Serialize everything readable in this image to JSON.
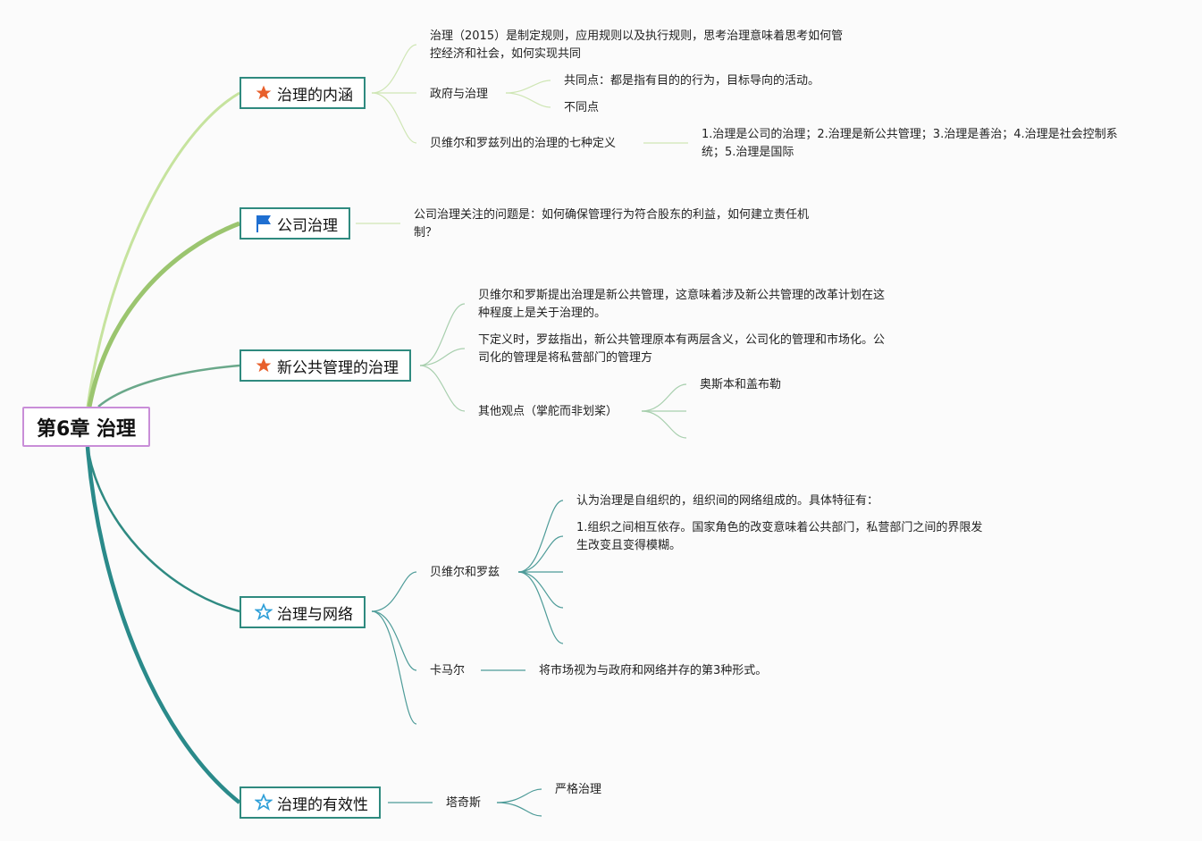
{
  "root": {
    "title": "第6章 治理"
  },
  "topics": {
    "neihan": {
      "label": "治理的内涵",
      "icon": "star-filled-icon",
      "definition": [
        "治理（2015）是制定规则，应用规则以及执行规则，思考治理意味着思考如何管",
        "控经济和社会，如何实现共同"
      ],
      "gov_label": "政府与治理",
      "common": "共同点：都是指有目的的行为，目标导向的活动。",
      "diff": "不同点",
      "seven_label": "贝维尔和罗兹列出的治理的七种定义",
      "seven_text": [
        "1.治理是公司的治理；2.治理是新公共管理；3.治理是善治；4.治理是社会控制系",
        "统；5.治理是国际"
      ]
    },
    "gongsi": {
      "label": "公司治理",
      "icon": "flag-icon",
      "text": [
        "公司治理关注的问题是：如何确保管理行为符合股东的利益，如何建立责任机",
        "制？"
      ]
    },
    "xingonggong": {
      "label": "新公共管理的治理",
      "icon": "star-filled-icon",
      "p1": [
        "贝维尔和罗斯提出治理是新公共管理，这意味着涉及新公共管理的改革计划在这",
        "种程度上是关于治理的。"
      ],
      "p2": [
        "下定义时，罗兹指出，新公共管理原本有两层含义，公司化的管理和市场化。公",
        "司化的管理是将私营部门的管理方"
      ],
      "other_label": "其他观点（掌舵而非划桨）",
      "osborne": "奥斯本和盖布勒"
    },
    "wangluo": {
      "label": "治理与网络",
      "icon": "star-outline-icon",
      "bevir_label": "贝维尔和罗兹",
      "self_org": "认为治理是自组织的，组织间的网络组成的。具体特征有：",
      "feature1": [
        "1.组织之间相互依存。国家角色的改变意味着公共部门，私营部门之间的界限发",
        "生改变且变得模糊。"
      ],
      "kamar_label": "卡马尔",
      "kamar_text": "将市场视为与政府和网络并存的第3种形式。"
    },
    "youxiao": {
      "label": "治理的有效性",
      "icon": "star-outline-icon",
      "tage_label": "塔奇斯",
      "strict": "严格治理"
    }
  },
  "colors": {
    "root_border": "#c98ed8",
    "topic_border": "#2f8a7f",
    "branch_light": "#b9dc8e",
    "branch_mid": "#9bc56f",
    "branch_teal": "#6aa88a",
    "branch_dark": "#2a8a8a",
    "star_filled": "#e8602c",
    "flag": "#1f6fd1",
    "star_outline": "#2e9fd8"
  }
}
